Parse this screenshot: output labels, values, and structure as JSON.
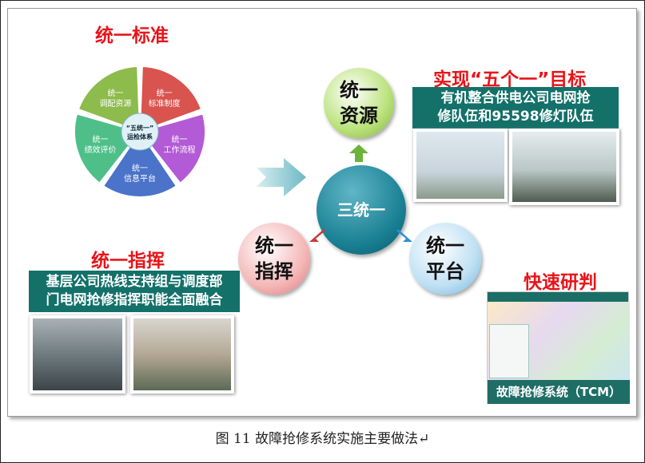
{
  "standard": {
    "title": "统一标准",
    "center": "“五统一”\n运检体系",
    "segments": [
      {
        "l1": "统一",
        "l2": "标准制度",
        "color": "#d9534f"
      },
      {
        "l1": "统一",
        "l2": "工作流程",
        "color": "#b35ad6"
      },
      {
        "l1": "统一",
        "l2": "信息平台",
        "color": "#4a73c9"
      },
      {
        "l1": "统一",
        "l2": "绩效评价",
        "color": "#4fbf8a"
      },
      {
        "l1": "统一",
        "l2": "调配资源",
        "color": "#8dbb4c"
      }
    ]
  },
  "hub": {
    "center": "三统一",
    "resource": [
      "统一",
      "资源"
    ],
    "platform": [
      "统一",
      "平台"
    ],
    "command": [
      "统一",
      "指挥"
    ]
  },
  "goal": {
    "title": "实现“五个一”目标",
    "box": [
      "有机整合供电公司电网抢",
      "修队伍和95598修灯队伍"
    ]
  },
  "command": {
    "title": "统一指挥",
    "box": [
      "基层公司热线支持组与调度部",
      "门电网抢修指挥职能全面融合"
    ]
  },
  "judge": {
    "title": "快速研判",
    "bar": "故障抢修系统（TCM）"
  },
  "caption": "图 11  故障抢修系统实施主要做法↵"
}
